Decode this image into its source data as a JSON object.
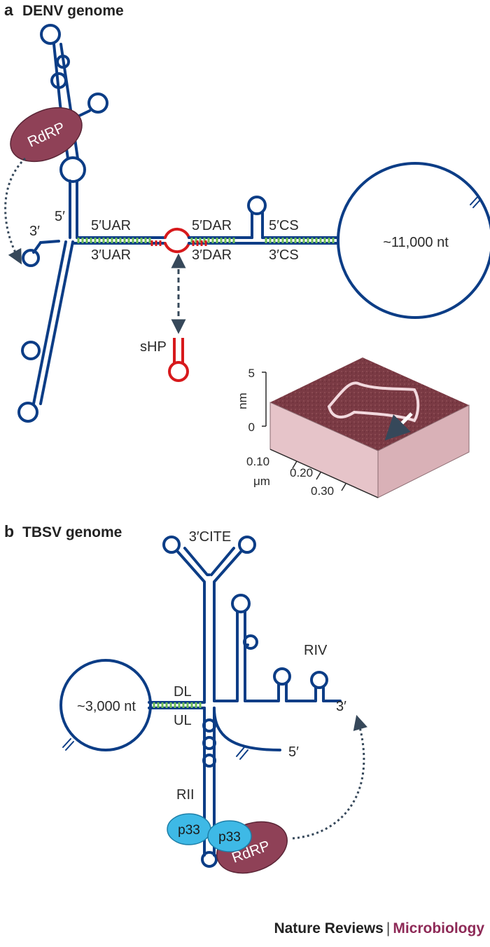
{
  "colors": {
    "rna_strand": "#0c3d86",
    "base_pairing": "#6cbb55",
    "sHP_strand": "#d7191c",
    "rdrp_oval": "#8f4157",
    "p33": "#3eb9e6",
    "afm_surface": "#7a3a44",
    "afm_side": "#e6c4c9",
    "journal_accent": "#8e2a57"
  },
  "panel_a": {
    "letter": "a",
    "title": "DENV genome",
    "rdrp": "RdRP",
    "five_prime": "5′",
    "three_prime": "3′",
    "uar5": "5′UAR",
    "uar3": "3′UAR",
    "dar5": "5′DAR",
    "dar3": "3′DAR",
    "cs5": "5′CS",
    "cs3": "3′CS",
    "circle_label": "~11,000 nt",
    "shp": "sHP",
    "afm": {
      "z_axis_unit": "nm",
      "z_ticks": [
        "5",
        "0"
      ],
      "xy_unit": "μm",
      "xy_ticks": [
        "0.10",
        "0.20",
        "0.30"
      ]
    }
  },
  "panel_b": {
    "letter": "b",
    "title": "TBSV genome",
    "cite": "3′CITE",
    "riv": "RIV",
    "rii": "RII",
    "dl": "DL",
    "ul": "UL",
    "circle_label": "~3,000 nt",
    "three_prime": "3′",
    "five_prime": "5′",
    "p33_a": "p33",
    "p33_b": "p33",
    "rdrp": "RdRP"
  },
  "credit": {
    "publisher": "Nature Reviews",
    "separator": "|",
    "journal": "Microbiology"
  }
}
